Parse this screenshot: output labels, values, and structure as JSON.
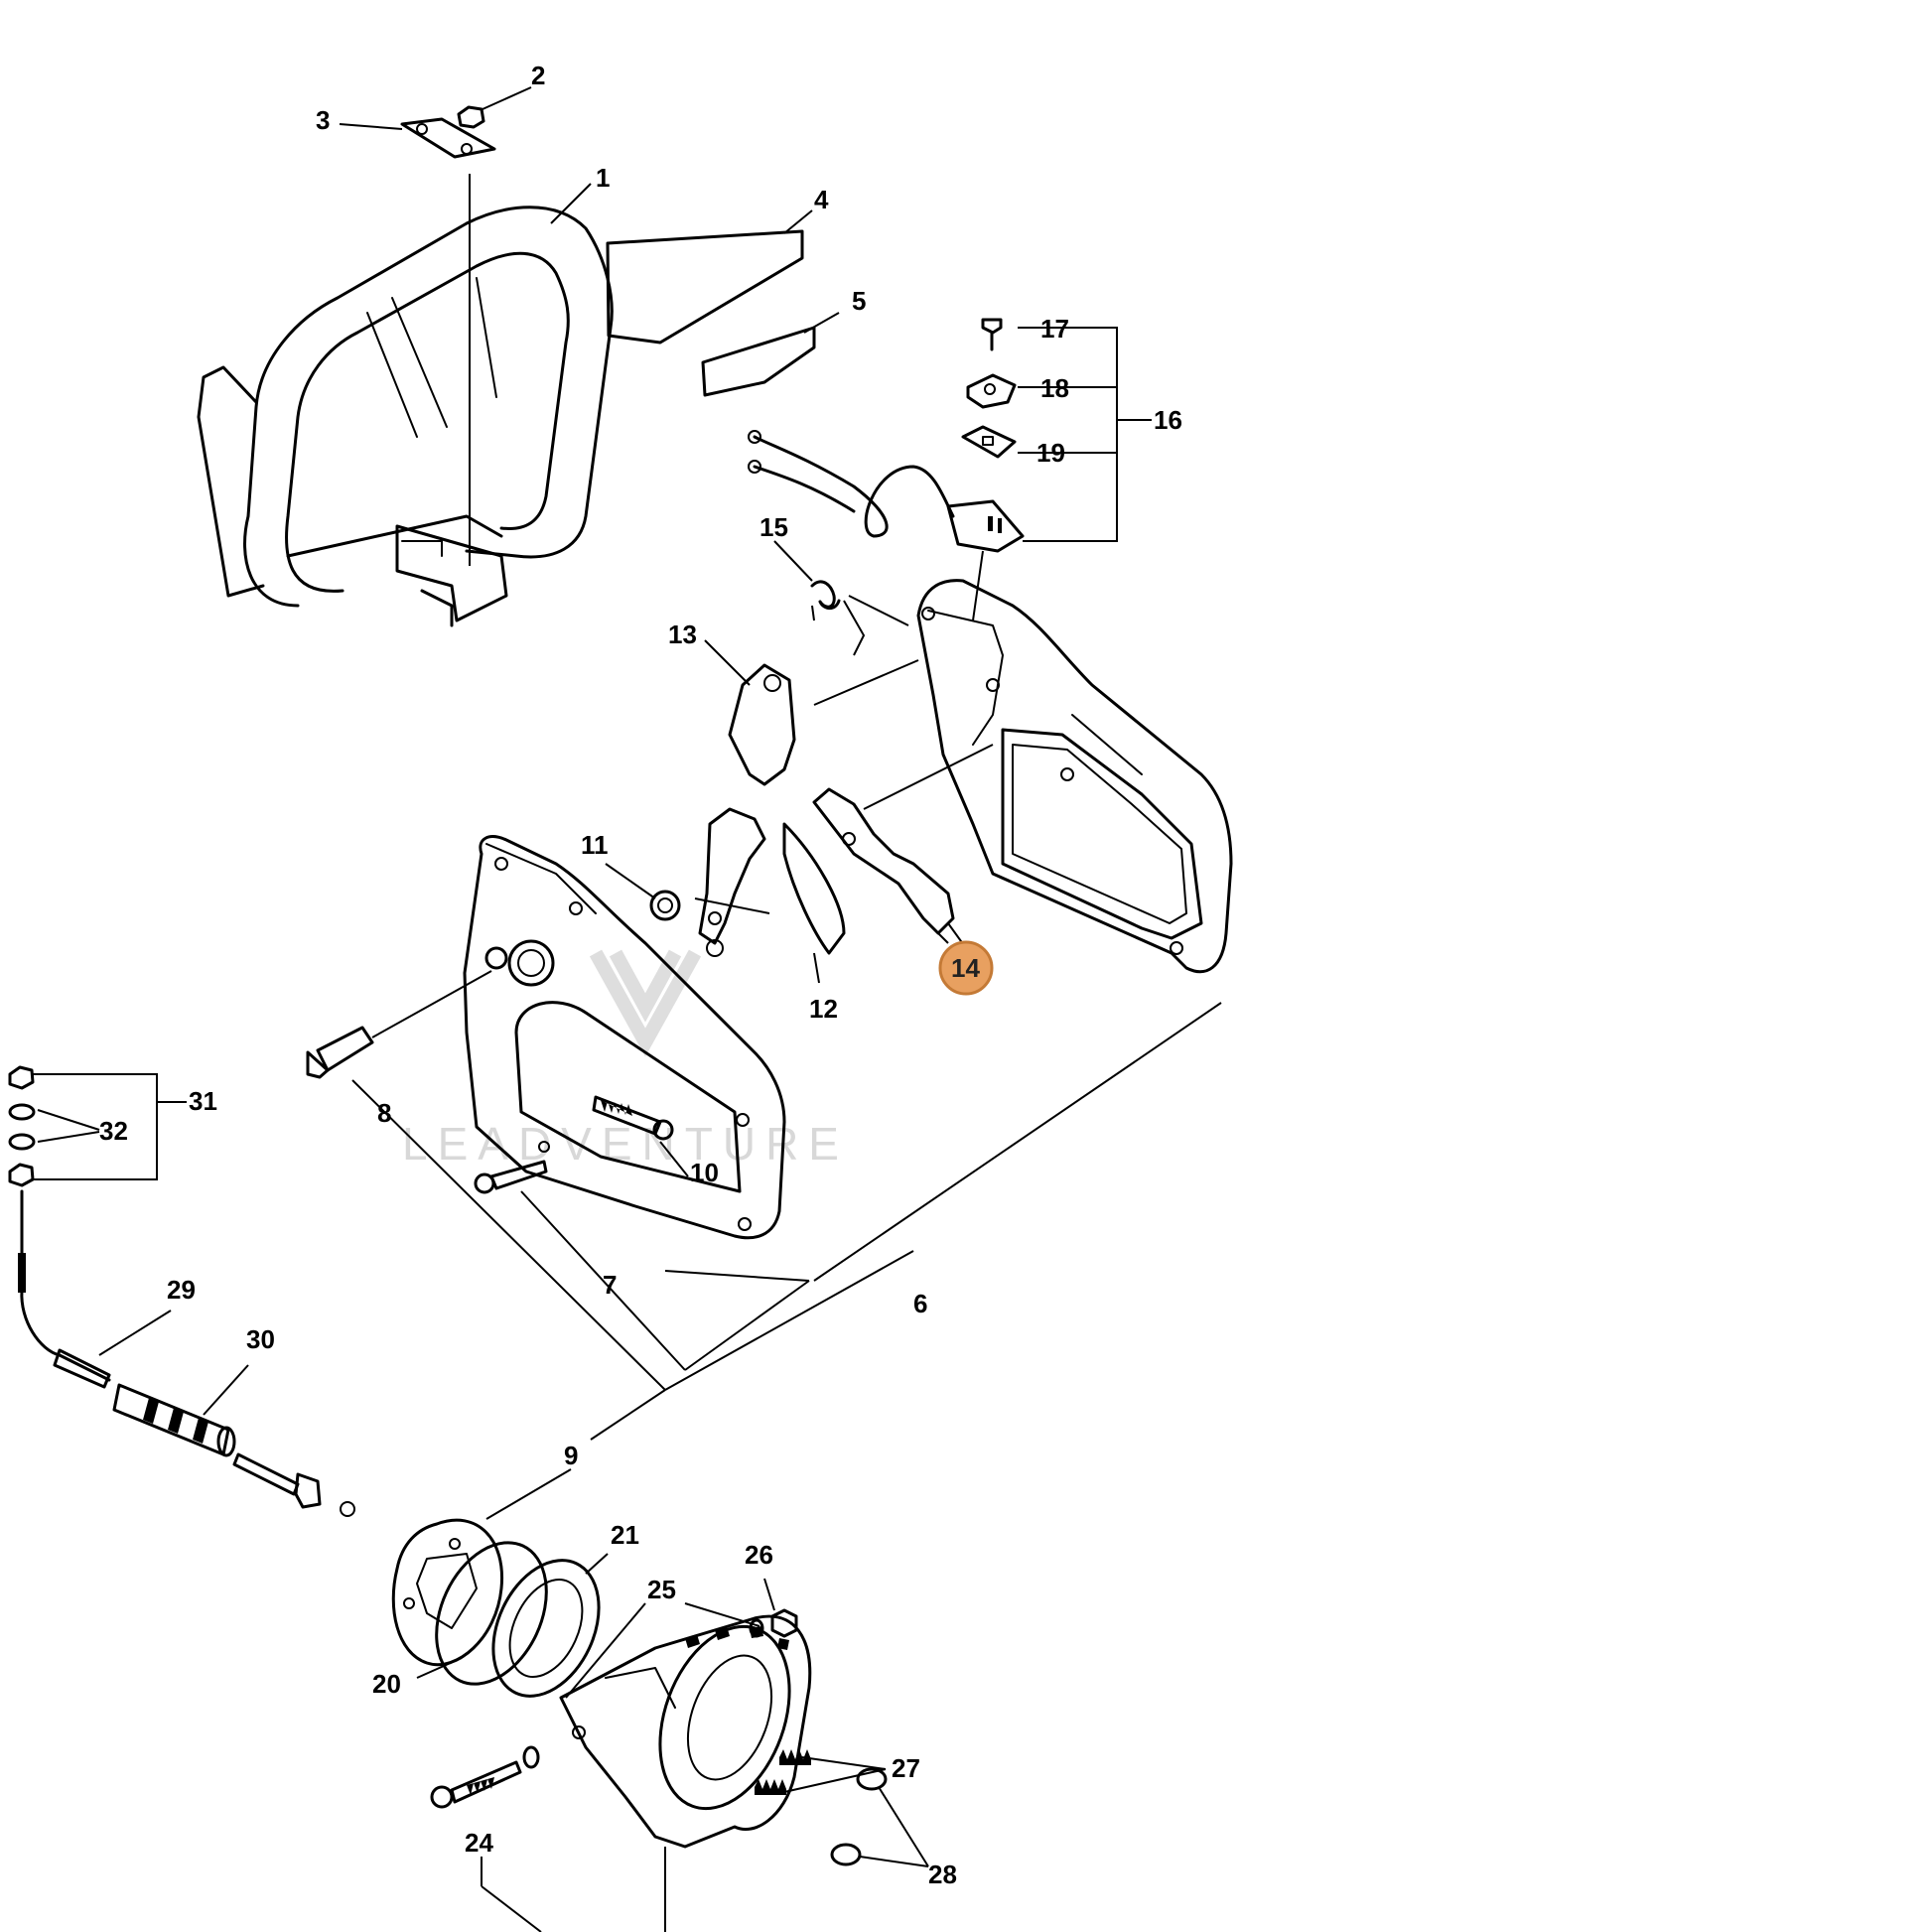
{
  "diagram": {
    "callouts": {
      "c1": "1",
      "c2": "2",
      "c3": "3",
      "c4": "4",
      "c5": "5",
      "c6": "6",
      "c7": "7",
      "c8": "8",
      "c9": "9",
      "c10": "10",
      "c11": "11",
      "c12": "12",
      "c13": "13",
      "c14": "14",
      "c15": "15",
      "c16": "16",
      "c17": "17",
      "c18": "18",
      "c19": "19",
      "c20": "20",
      "c21": "21",
      "c24": "24",
      "c25": "25",
      "c26": "26",
      "c27": "27",
      "c28": "28",
      "c29": "29",
      "c30": "30",
      "c31": "31",
      "c32": "32"
    },
    "highlighted_part": "14",
    "highlight_color": "#e8a060",
    "watermark": "LEADVENTURE"
  }
}
